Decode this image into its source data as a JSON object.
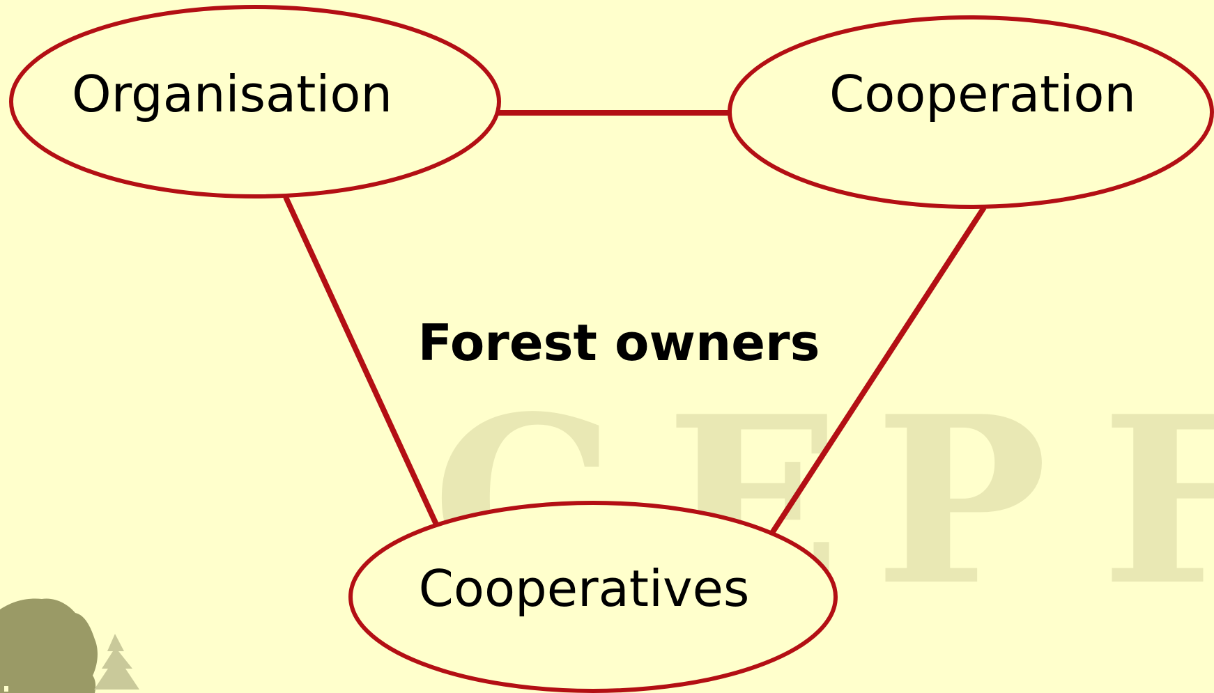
{
  "diagram": {
    "center_label": "Forest owners",
    "nodes": [
      {
        "id": "organisation",
        "label": "Organisation"
      },
      {
        "id": "cooperation",
        "label": "Cooperation"
      },
      {
        "id": "cooperatives",
        "label": "Cooperatives"
      }
    ],
    "edges": [
      {
        "from": "organisation",
        "to": "cooperation"
      },
      {
        "from": "organisation",
        "to": "cooperatives"
      },
      {
        "from": "cooperation",
        "to": "cooperatives"
      }
    ]
  },
  "watermark": {
    "letters": [
      "C",
      "E",
      "P",
      "F"
    ]
  },
  "colors": {
    "background": "#ffffcc",
    "accent": "#b30f14",
    "watermark": "#e9e8b4",
    "tree_dark": "#9a9a66",
    "tree_light": "#c9c99a"
  }
}
